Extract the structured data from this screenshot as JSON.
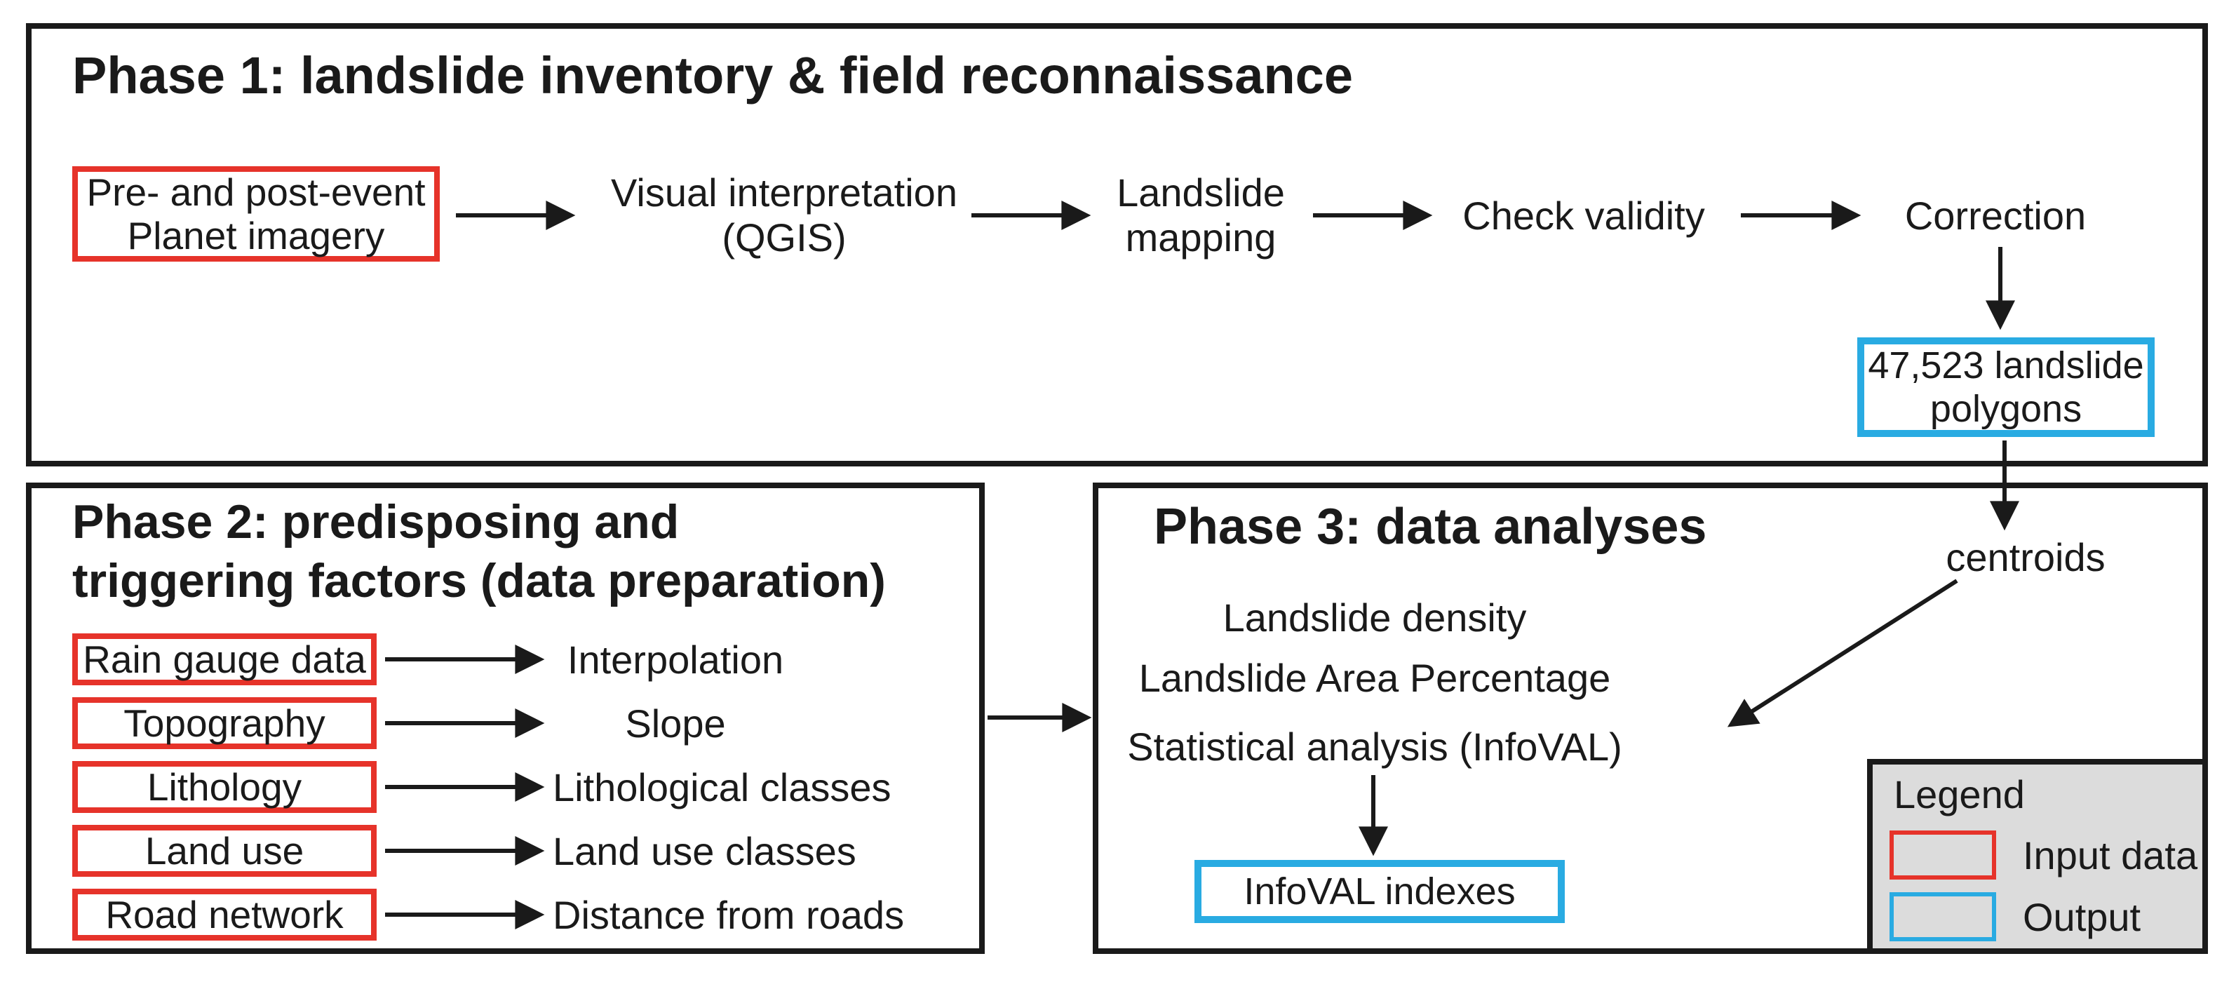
{
  "colors": {
    "input_border": "#e6332a",
    "output_border": "#29abe2",
    "line": "#1a1a1a",
    "legend_bg": "#dcdcdc"
  },
  "phase1": {
    "title": "Phase 1: landslide inventory & field reconnaissance",
    "input_box": "Pre- and post-event\nPlanet imagery",
    "steps": [
      "Visual interpretation\n(QGIS)",
      "Landslide\nmapping",
      "Check validity",
      "Correction"
    ],
    "output_box": "47,523 landslide\npolygons"
  },
  "phase2": {
    "title": "Phase 2: predisposing and\ntriggering factors (data preparation)",
    "rows": [
      {
        "input": "Rain gauge data",
        "result": "Interpolation"
      },
      {
        "input": "Topography",
        "result": "Slope"
      },
      {
        "input": "Lithology",
        "result": "Lithological classes"
      },
      {
        "input": "Land use",
        "result": "Land use classes"
      },
      {
        "input": "Road network",
        "result": "Distance from roads"
      }
    ]
  },
  "phase3": {
    "title": "Phase 3: data analyses",
    "analyses": [
      "Landslide density",
      "Landslide Area Percentage",
      "Statistical analysis (InfoVAL)"
    ],
    "output_box": "InfoVAL indexes",
    "centroids_label": "centroids"
  },
  "legend": {
    "title": "Legend",
    "items": [
      {
        "label": "Input data"
      },
      {
        "label": "Output"
      }
    ]
  }
}
